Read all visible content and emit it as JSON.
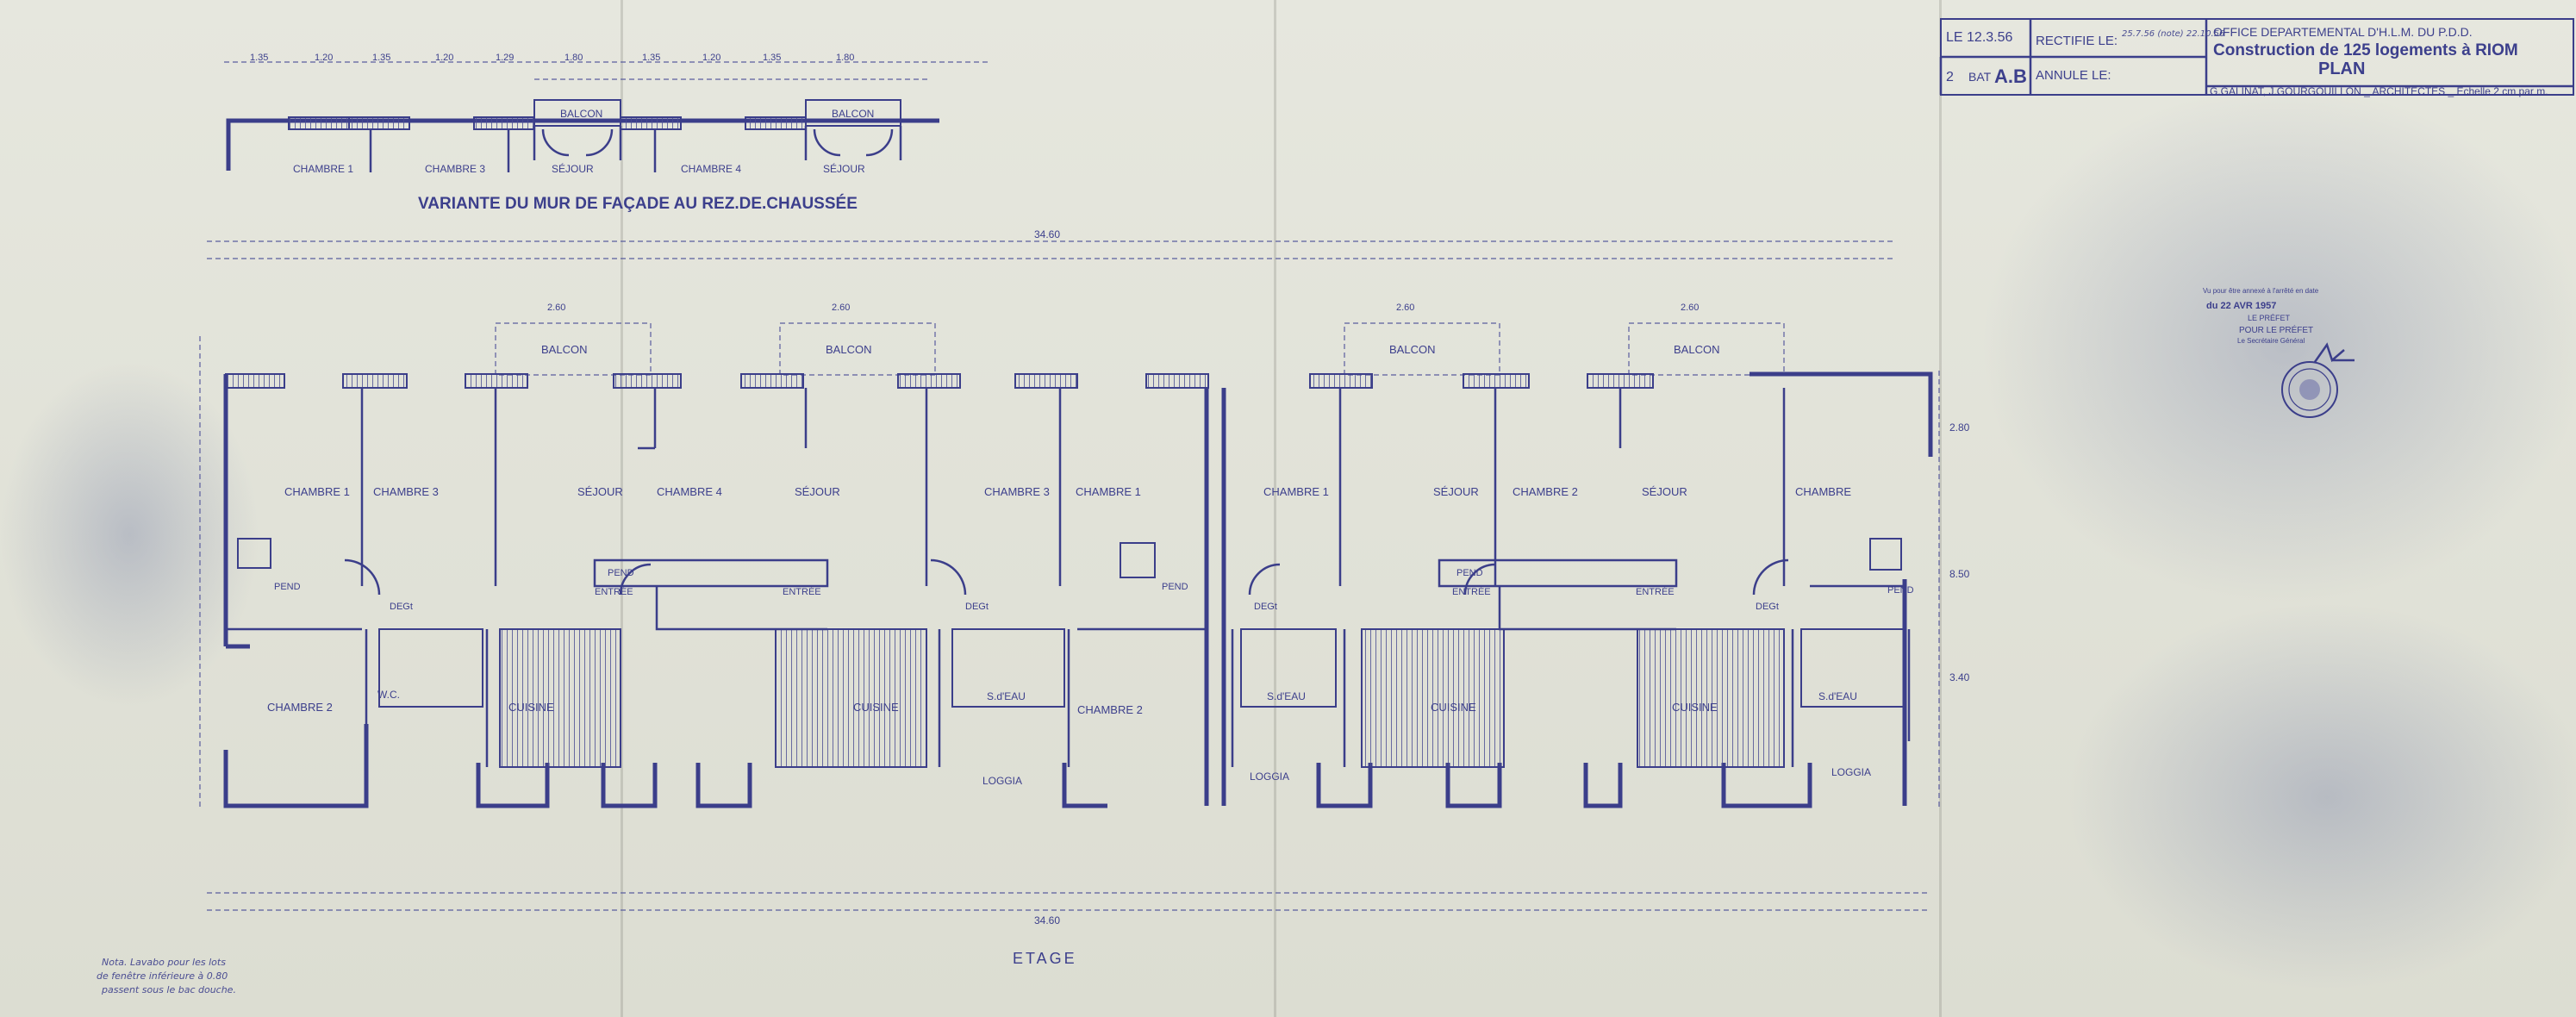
{
  "title_block": {
    "le_date": "LE 12.3.56",
    "rectifie_label": "RECTIFIE LE:",
    "rectifie_note": "25.7.56 (note) 22.10.56",
    "office": "OFFICE DEPARTEMENTAL D'H.L.M. DU P.D.D.",
    "project": "Construction de 125 logements à RIOM",
    "sheet_type": "PLAN",
    "number": "2",
    "bat_label": "BAT",
    "bat_value": "A.B",
    "annule_label": "ANNULE LE:",
    "architects": "G.GALINAT, J.GOURGOUILLON _ ARCHITECTES _ Echelle 2 cm par m."
  },
  "variant": {
    "caption": "VARIANTE DU MUR DE FAÇADE AU REZ.DE.CHAUSSÉE",
    "rooms": [
      "CHAMBRE 1",
      "CHAMBRE 3",
      "SÉJOUR",
      "CHAMBRE 4",
      "SÉJOUR"
    ],
    "balcony_labels": [
      "BALCON",
      "BALCON"
    ],
    "top_dims": [
      "1.35",
      "1.20",
      "1.35",
      "1.20",
      "1.29",
      "1.80",
      "1.35",
      "1.20",
      "1.35",
      "1.80"
    ]
  },
  "plan": {
    "overall_dim": "34.60",
    "overall_dim_bottom": "34.60",
    "side_dims": [
      "8.50",
      "3.40",
      "2.80"
    ],
    "balconies": [
      "BALCON",
      "BALCON",
      "BALCON",
      "BALCON"
    ],
    "balcony_dims": [
      "2.60",
      "2.60",
      "2.60",
      "2.60"
    ],
    "front_rooms": [
      "CHAMBRE 1",
      "CHAMBRE 3",
      "SÉJOUR",
      "CHAMBRE 4",
      "SÉJOUR",
      "CHAMBRE 3",
      "CHAMBRE 1",
      "CHAMBRE 1",
      "SÉJOUR",
      "CHAMBRE 2",
      "SÉJOUR",
      "CHAMBRE"
    ],
    "entries": [
      "PEND",
      "ENTRÉE",
      "PEND",
      "ENTRÉE",
      "PEND",
      "ENTRÉE",
      "PEND",
      "ENTRÉE",
      "PEND"
    ],
    "dega": [
      "DEGt",
      "DEGt",
      "DEGt",
      "DEGt"
    ],
    "back_rooms": [
      "CHAMBRE 2",
      "W.C.",
      "CUISINE",
      "CUISINE",
      "S.d'EAU",
      "CHAMBRE 2",
      "S.d'EAU",
      "CUISINE",
      "CUISINE",
      "S.d'EAU"
    ],
    "loggias": [
      "LOGGIA",
      "LOGGIA",
      "LOGGIA"
    ],
    "level_label": "ETAGE",
    "note": [
      "Nota. Lavabo pour les lots",
      "de fenêtre inférieure à 0.80",
      "passent sous le bac douche."
    ]
  },
  "stamp": {
    "lines": [
      "Vu pour être annexé à l'arrêté en date",
      "du 22 AVR 1957",
      "LE PRÉFET",
      "POUR LE PRÉFET",
      "Le Secrétaire Général"
    ]
  }
}
